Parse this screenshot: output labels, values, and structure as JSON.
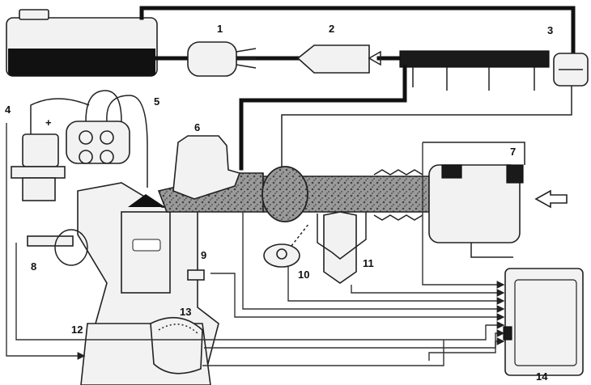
{
  "callouts": [
    "1",
    "2",
    "3",
    "4",
    "5",
    "6",
    "7",
    "8",
    "9",
    "10",
    "11",
    "12",
    "13",
    "14"
  ],
  "signs": {
    "plus": "+"
  },
  "colors": {
    "ink": "#111111",
    "paper": "#ffffff",
    "intake_fill": "#6a6a6a"
  }
}
